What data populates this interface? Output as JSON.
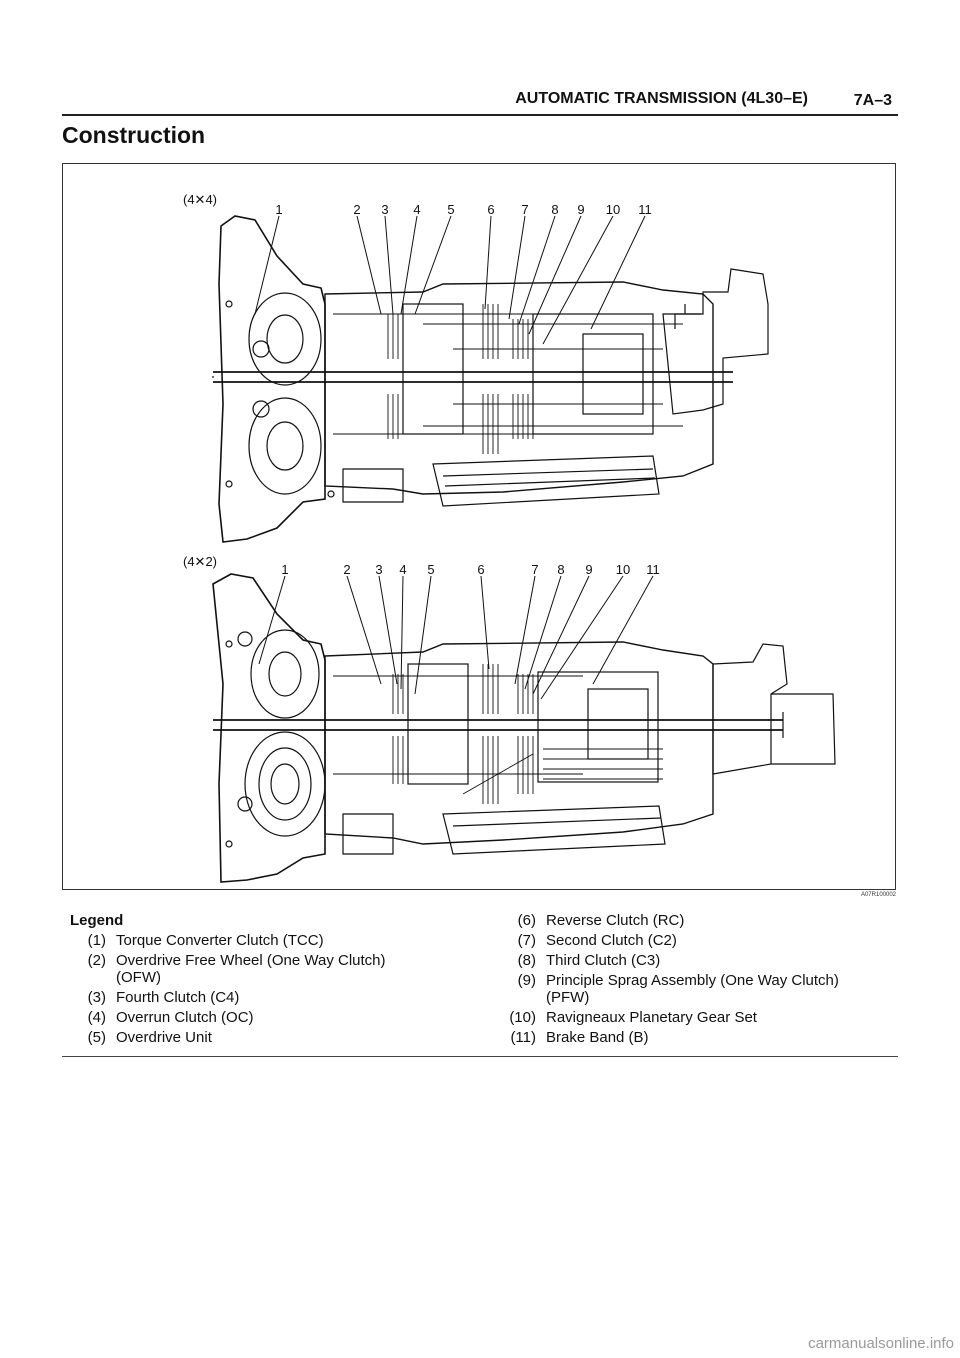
{
  "header": {
    "title": "AUTOMATIC TRANSMISSION (4L30–E)",
    "page": "7A–3"
  },
  "section_title": "Construction",
  "figure": {
    "top_label": "(4✕4)",
    "bottom_label": "(4✕2)",
    "callouts": [
      "1",
      "2",
      "3",
      "4",
      "5",
      "6",
      "7",
      "8",
      "9",
      "10",
      "11"
    ],
    "code": "A07R100002"
  },
  "legend": {
    "heading": "Legend",
    "left": [
      {
        "num": "(1)",
        "text": "Torque Converter Clutch (TCC)"
      },
      {
        "num": "(2)",
        "text": "Overdrive Free Wheel (One Way Clutch) (OFW)"
      },
      {
        "num": "(3)",
        "text": "Fourth Clutch (C4)"
      },
      {
        "num": "(4)",
        "text": "Overrun Clutch (OC)"
      },
      {
        "num": "(5)",
        "text": "Overdrive Unit"
      }
    ],
    "right": [
      {
        "num": "(6)",
        "text": "Reverse Clutch (RC)"
      },
      {
        "num": "(7)",
        "text": "Second Clutch (C2)"
      },
      {
        "num": "(8)",
        "text": "Third Clutch (C3)"
      },
      {
        "num": "(9)",
        "text": "Principle Sprag Assembly (One Way Clutch) (PFW)"
      },
      {
        "num": "(10)",
        "text": "Ravigneaux Planetary Gear Set"
      },
      {
        "num": "(11)",
        "text": "Brake Band (B)"
      }
    ]
  },
  "watermark": "carmanualsonline.info"
}
